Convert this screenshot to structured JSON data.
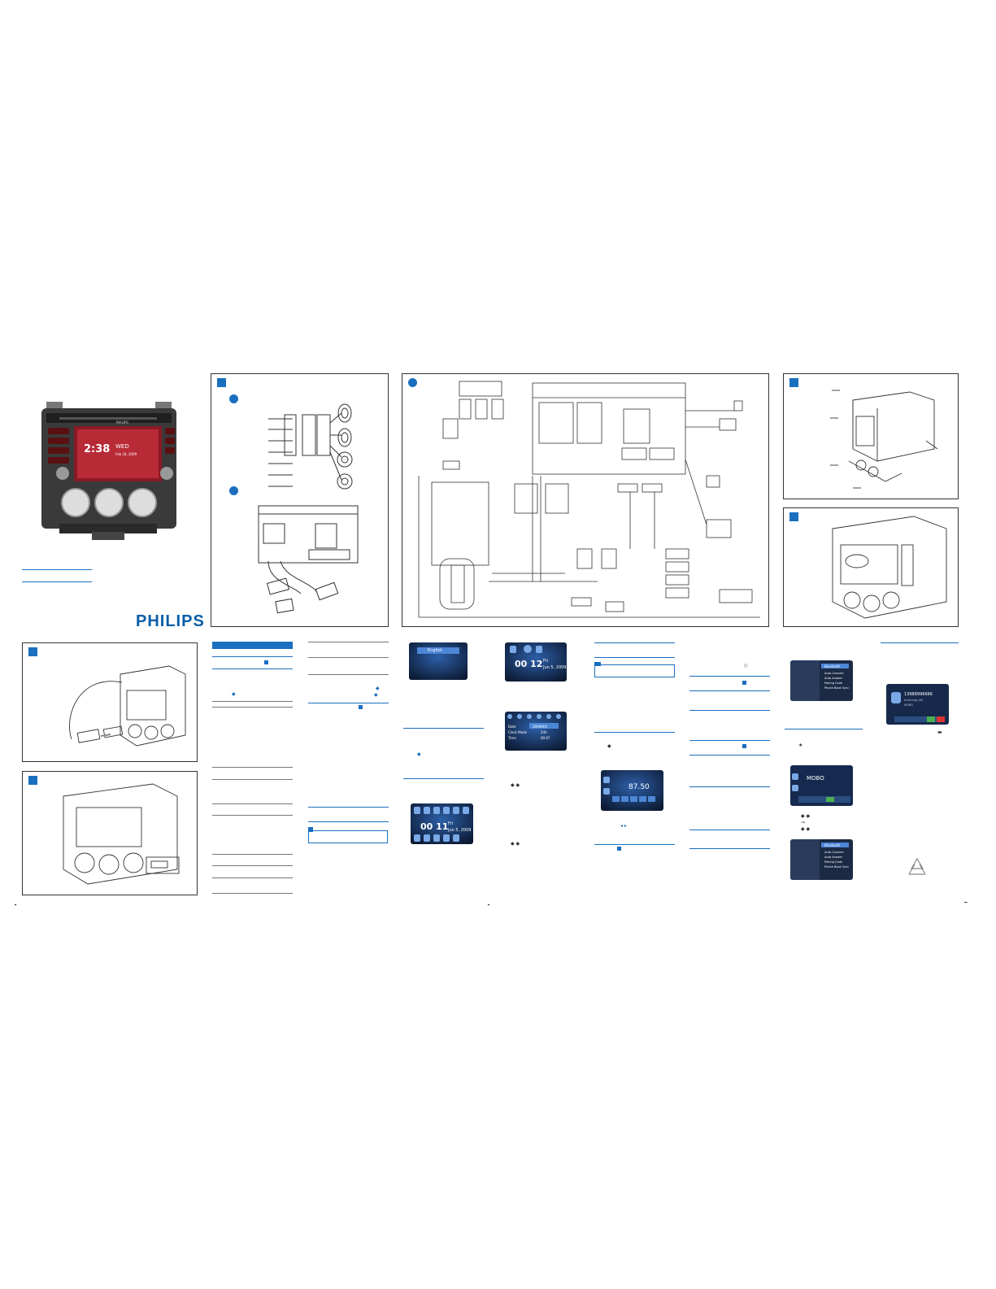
{
  "brand": "PHILIPS",
  "colors": {
    "accent": "#1a6fbf",
    "screen_dark": "#0f1e3a",
    "screen_mid": "#1d4c8a"
  },
  "home_screen": {
    "time": "2:38",
    "day": "WED",
    "date": "Feb 18, 2009"
  },
  "screens": {
    "language": {
      "selected": "English"
    },
    "clock_a": {
      "time": "00 12",
      "day": "Fri",
      "date": "Jun 5, 2009"
    },
    "settings": {
      "row1_label": "Date",
      "row1_value": "2009/6/5",
      "row2_label": "Clock Mode",
      "row2_value": "24h",
      "row3_label": "Time",
      "row3_value": "00:07"
    },
    "clock_b": {
      "time": "00 11",
      "day": "Fri",
      "date": "Jun 5, 2009"
    },
    "radio": {
      "frequency": "87.50"
    },
    "bt_menu": {
      "title": "Bluetooth",
      "items": [
        "Auto Connect",
        "Auto Answer",
        "Pairing Code",
        "Phone Book Sync"
      ]
    },
    "bt_dial": {
      "number": "13988996666",
      "status": "Incoming call",
      "name": "MOBO"
    },
    "bt_music": {
      "name": "MOBO"
    }
  },
  "icons": [
    "disc-icon",
    "bluetooth-icon",
    "usb-stick-icon",
    "recycle-icon"
  ]
}
